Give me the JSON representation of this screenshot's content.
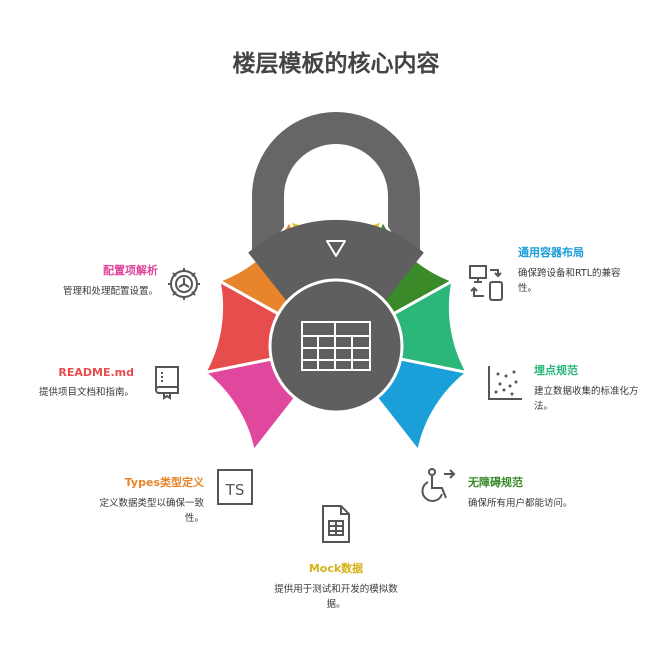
{
  "title": "楼层模板的核心内容",
  "items": [
    {
      "title": "配置项解析",
      "desc": "管理和处理配置设置。",
      "color": "#e0489e",
      "icon": "gear-network-icon"
    },
    {
      "title": "README.md",
      "desc": "提供项目文档和指南。",
      "color": "#e84d4d",
      "icon": "book-icon"
    },
    {
      "title": "Types类型定义",
      "desc": "定义数据类型以确保一致性。",
      "color": "#e8842c",
      "icon": "ts-file-icon"
    },
    {
      "title": "Mock数据",
      "desc": "提供用于测试和开发的模拟数据。",
      "color": "#e5c81c",
      "icon": "spreadsheet-document-icon"
    },
    {
      "title": "无障碍规范",
      "desc": "确保所有用户都能访问。",
      "color": "#3a8a2a",
      "icon": "wheelchair-icon"
    },
    {
      "title": "埋点规范",
      "desc": "建立数据收集的标准化方法。",
      "color": "#2bb67a",
      "icon": "scatter-plot-icon"
    },
    {
      "title": "通用容器布局",
      "desc": "确保跨设备和RTL的兼容性。",
      "color": "#1b9fd8",
      "icon": "devices-icon"
    }
  ]
}
